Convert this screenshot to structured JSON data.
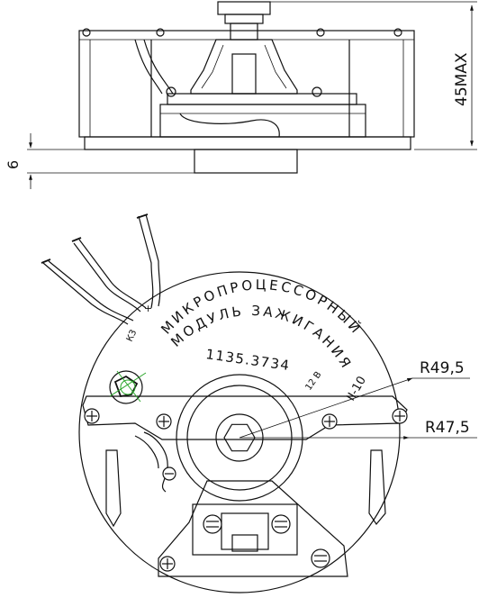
{
  "dimensions": {
    "height_max": "45MAX",
    "base_offset": "6",
    "radius_outer": "R49,5",
    "radius_inner": "R47,5"
  },
  "module_label": {
    "line1": "МИКРОПРОЦЕССОРНЫЙ",
    "line2": "МОДУЛЬ ЗАЖИГАНИЯ",
    "part_number": "1135.3734",
    "revision": "II-10",
    "code_left": "К3",
    "code_right": "12 В"
  },
  "colors": {
    "lines": "#111111",
    "logo_accent": "#2aa62a"
  },
  "icons": [
    "screw-icon",
    "hex-shaft-icon",
    "manufacturer-logo-icon"
  ]
}
